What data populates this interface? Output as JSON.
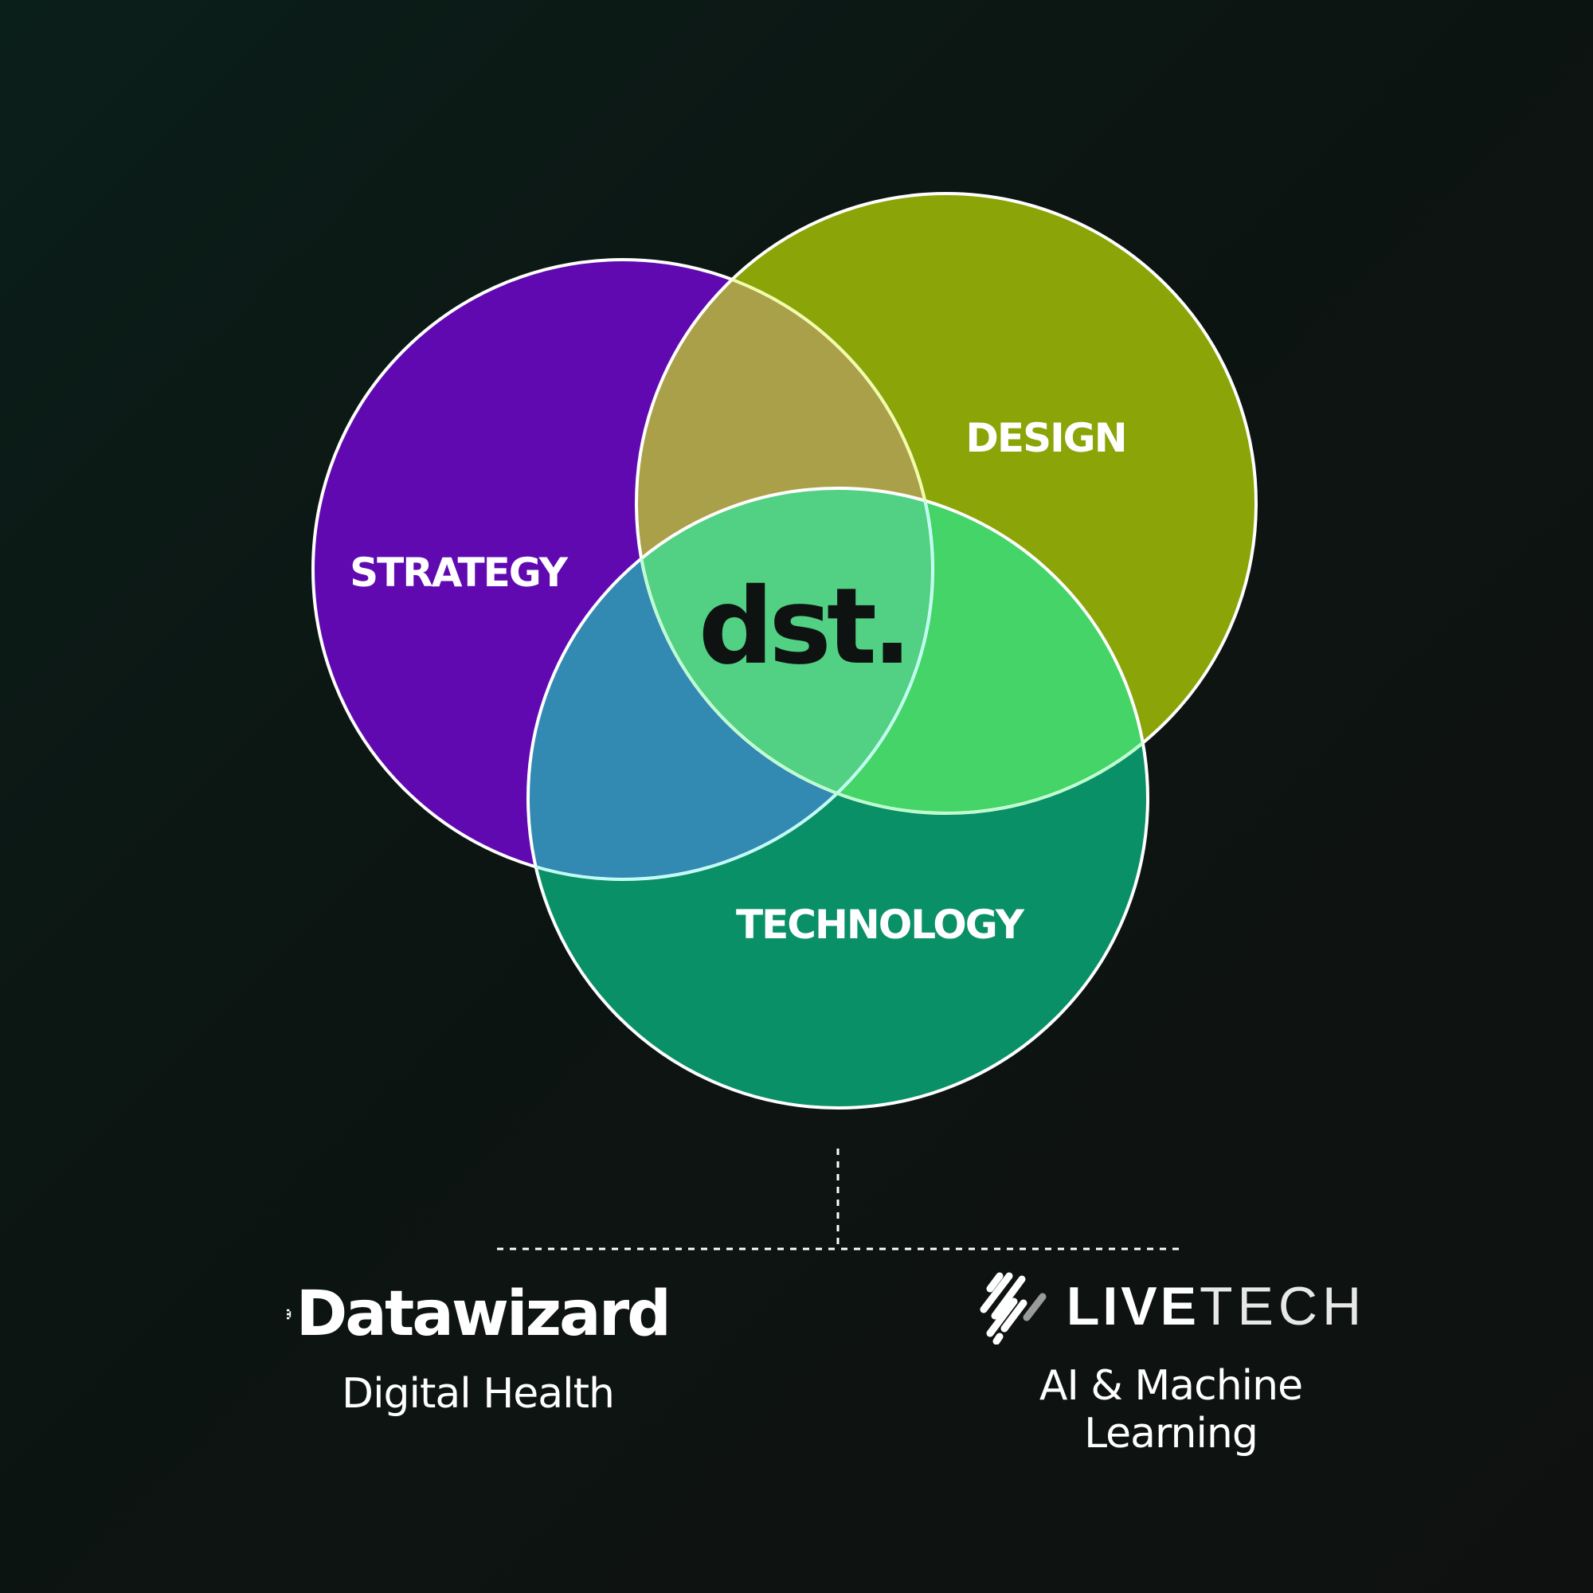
{
  "venn": {
    "circles": [
      {
        "label": "STRATEGY",
        "color": "#6009b0"
      },
      {
        "label": "DESIGN",
        "color": "#8ba408"
      },
      {
        "label": "TECHNOLOGY",
        "color": "#0a9067"
      }
    ],
    "overlap_colors": {
      "strategy_design": "#aba04a",
      "strategy_technology": "#3289b2",
      "design_technology": "#44d467",
      "center": "#52d084"
    },
    "center_logo": "dst."
  },
  "companies": [
    {
      "logo_text": "Datawizard",
      "caption": "Digital Health"
    },
    {
      "logo_text_strong": "LIVE",
      "logo_text_light": "TECH",
      "caption": "AI & Machine Learning"
    }
  ]
}
